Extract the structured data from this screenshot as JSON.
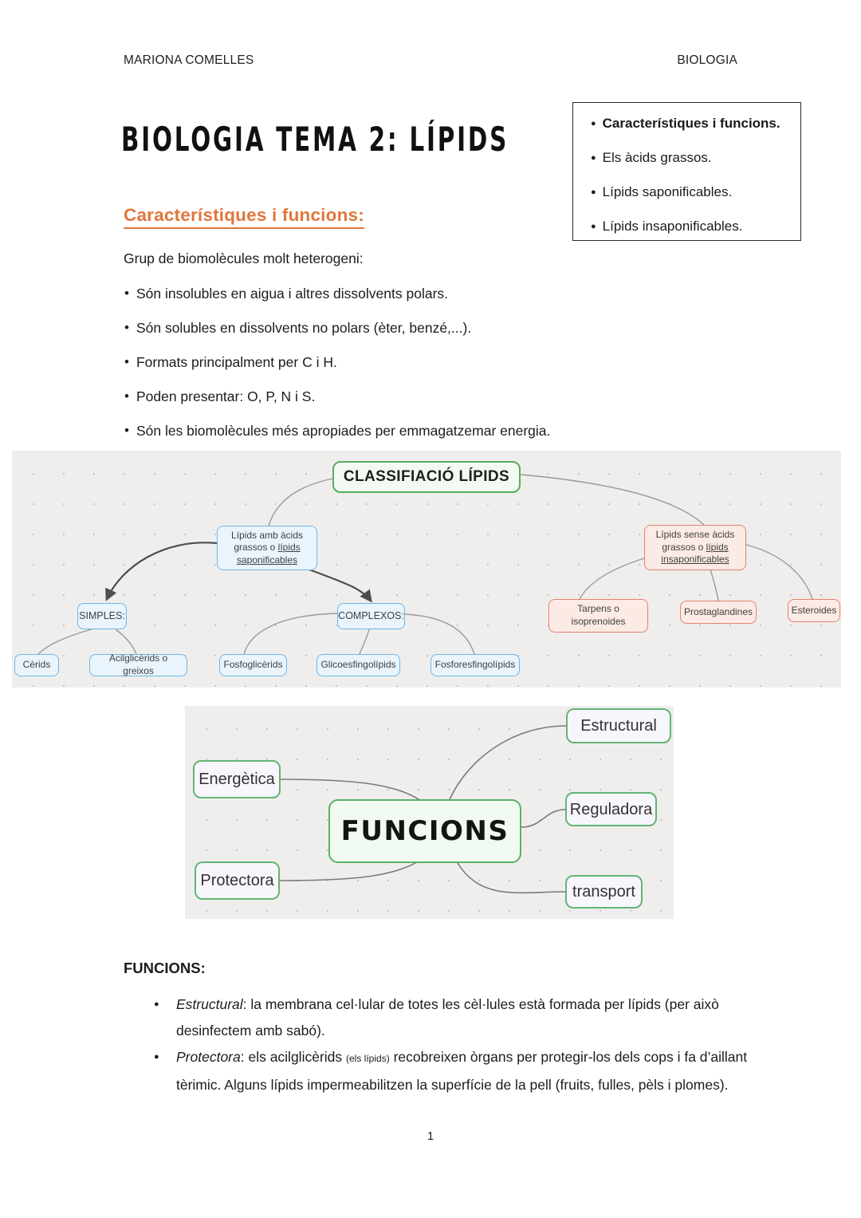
{
  "glyphs": {
    "bullet": "•",
    "dot": "●"
  },
  "colors": {
    "accent_orange": "#e0773b",
    "mm_blue_border": "#6fb6e8",
    "mm_blue_fill": "#e9f4fd",
    "mm_red_border": "#e2826e",
    "mm_red_fill": "#fceae5",
    "mm_green_border": "#57ae63",
    "mm_green_fill": "#f2faf2",
    "mm_lavender_fill": "#f8f6fd",
    "mindmap_bg": "#efeeec"
  },
  "page": {
    "header_left": "MARIONA COMELLES",
    "header_right": "BIOLOGIA",
    "title": "BIOLOGIA TEMA 2: LÍPIDS",
    "page_number": "1"
  },
  "toc": {
    "items": [
      {
        "label": "Característiques i funcions."
      },
      {
        "label": "Els àcids grassos."
      },
      {
        "label": "Lípids saponificables."
      },
      {
        "label": "Lípids insaponificables."
      }
    ]
  },
  "section1": {
    "heading": "Característiques i funcions:",
    "intro": "Grup de biomolècules molt heterogeni:",
    "bullets": [
      "Són insolubles en aigua i altres dissolvents polars.",
      "Són solubles en dissolvents no polars (èter, benzé,...).",
      "Formats principalment per C i H.",
      "Poden presentar: O, P, N i S.",
      "Són les biomolècules més apropiades per emmagatzemar energia."
    ]
  },
  "mindmap1": {
    "title": "CLASSIFIACIÓ LÍPIDS",
    "amb": {
      "pre": "Lípids amb àcids grassos o ",
      "underlined": "lípids saponificables"
    },
    "sense": {
      "pre": "Lípids sense àcids grassos o ",
      "underlined": "lípids insaponificables"
    },
    "simples": "SIMPLES:",
    "complexos": "COMPLEXOS:",
    "cerids": "Cèrids",
    "acilglicerids": "Acilglicèrids o greixos",
    "fosfoglicerids": "Fosfoglicèrids",
    "glicoesfingolipids": "Glicoesfingolípids",
    "fosforesfingolipids": "Fosforesfingolípids",
    "tarpens": "Tarpens o isoprenoides",
    "prostaglandines": "Prostaglandines",
    "esteroides": "Esteroides"
  },
  "mindmap2": {
    "center": "FUNCIONS",
    "energetica": "Energètica",
    "protectora": "Protectora",
    "estructural": "Estructural",
    "reguladora": "Reguladora",
    "transport": "transport"
  },
  "funcions_section": {
    "heading": "FUNCIONS:",
    "items": [
      {
        "term": "Estructural",
        "text": ": la membrana cel·lular de totes les cèl·lules està formada per lípids (per això desinfectem amb sabó)."
      },
      {
        "term": "Protectora",
        "text1": ": els acilglicèrids ",
        "small": "(els lípids)",
        "text2": " recobreixen òrgans per protegir-los dels cops i fa d’aillant tèrimic. Alguns lípids impermeabilitzen la superfície de la pell (fruits, fulles, pèls i plomes)."
      }
    ]
  }
}
